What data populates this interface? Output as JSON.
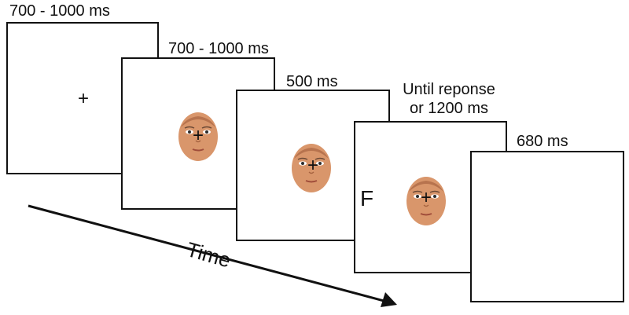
{
  "trial": {
    "frames": [
      {
        "duration": "700 - 1000 ms",
        "content": "fixation",
        "fixation": "+"
      },
      {
        "duration": "700 - 1000 ms",
        "content": "face-with-fixation",
        "fixation": "+"
      },
      {
        "duration": "500 ms",
        "content": "face-with-fixation",
        "fixation": "+"
      },
      {
        "duration": "Until reponse\nor 1200 ms",
        "content": "face-with-fixation-and-letter",
        "fixation": "+",
        "letter": "F"
      },
      {
        "duration": "680 ms",
        "content": "blank"
      }
    ],
    "time_label": "Time",
    "colors": {
      "frame_border": "#111111",
      "arrow": "#111111",
      "skin": "#d9966b"
    },
    "icons": [
      "face-icon",
      "fixation-cross-icon",
      "arrow-right-icon"
    ]
  }
}
